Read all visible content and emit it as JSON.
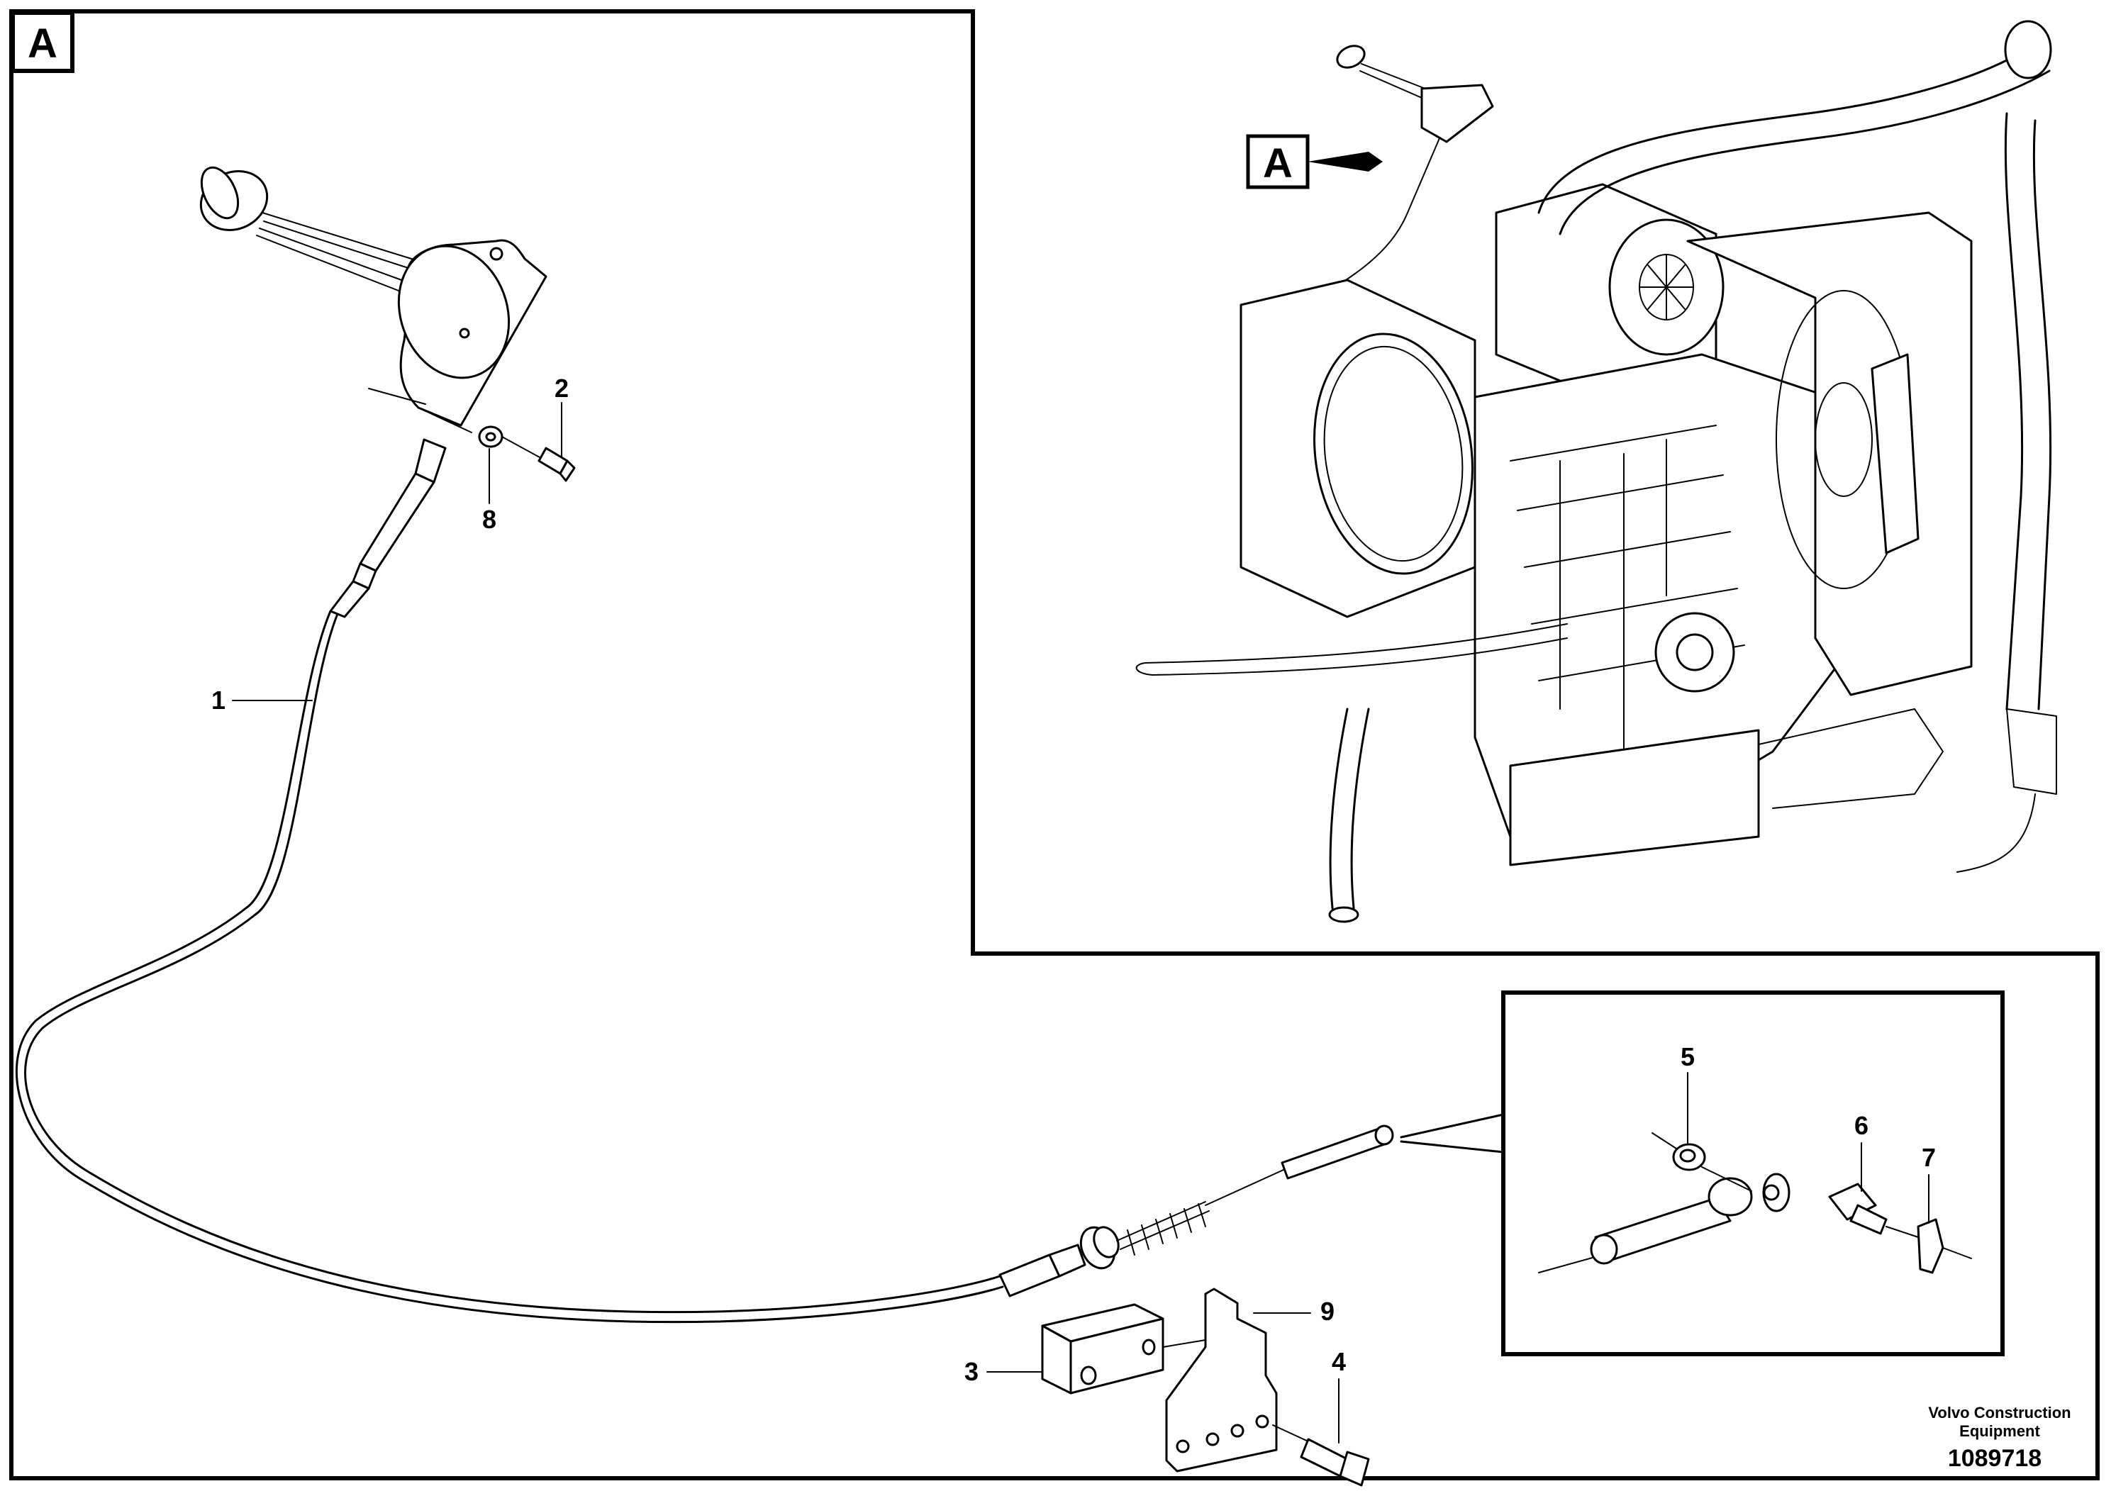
{
  "view_letter": "A",
  "reference_letter": "A",
  "callouts": {
    "c1": "1",
    "c2": "2",
    "c3": "3",
    "c4": "4",
    "c5": "5",
    "c6": "6",
    "c7": "7",
    "c8": "8",
    "c9": "9"
  },
  "footer": {
    "company_line1": "Volvo Construction",
    "company_line2": "Equipment",
    "drawing_number": "1089718"
  }
}
